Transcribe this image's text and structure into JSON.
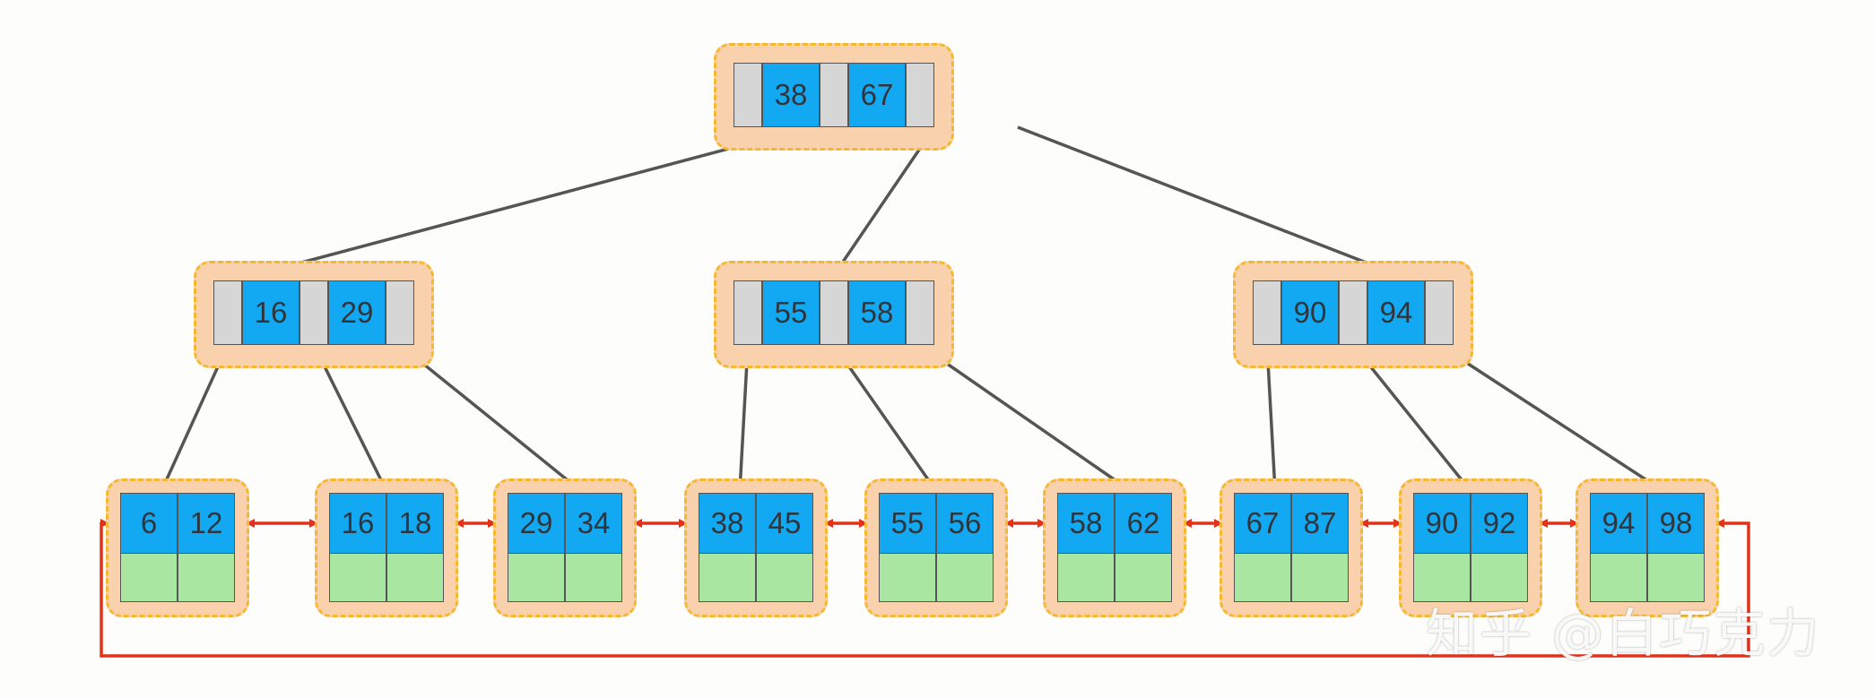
{
  "diagram": {
    "root": {
      "keys": [
        "38",
        "67"
      ]
    },
    "internal": [
      {
        "keys": [
          "16",
          "29"
        ]
      },
      {
        "keys": [
          "55",
          "58"
        ]
      },
      {
        "keys": [
          "90",
          "94"
        ]
      }
    ],
    "leaves": [
      {
        "keys": [
          "6",
          "12"
        ]
      },
      {
        "keys": [
          "16",
          "18"
        ]
      },
      {
        "keys": [
          "29",
          "34"
        ]
      },
      {
        "keys": [
          "38",
          "45"
        ]
      },
      {
        "keys": [
          "55",
          "56"
        ]
      },
      {
        "keys": [
          "58",
          "62"
        ]
      },
      {
        "keys": [
          "67",
          "87"
        ]
      },
      {
        "keys": [
          "90",
          "92"
        ]
      },
      {
        "keys": [
          "94",
          "98"
        ]
      }
    ],
    "colors": {
      "key_cell": "#13a9f2",
      "pointer_cell": "#d6d6d6",
      "data_cell": "#a8e6a1",
      "node_background": "#f9d2ad",
      "node_border": "#f4b92f",
      "tree_arrow": "#555555",
      "leaf_link": "#e3311a"
    }
  },
  "watermark": "知乎 @白巧克力"
}
